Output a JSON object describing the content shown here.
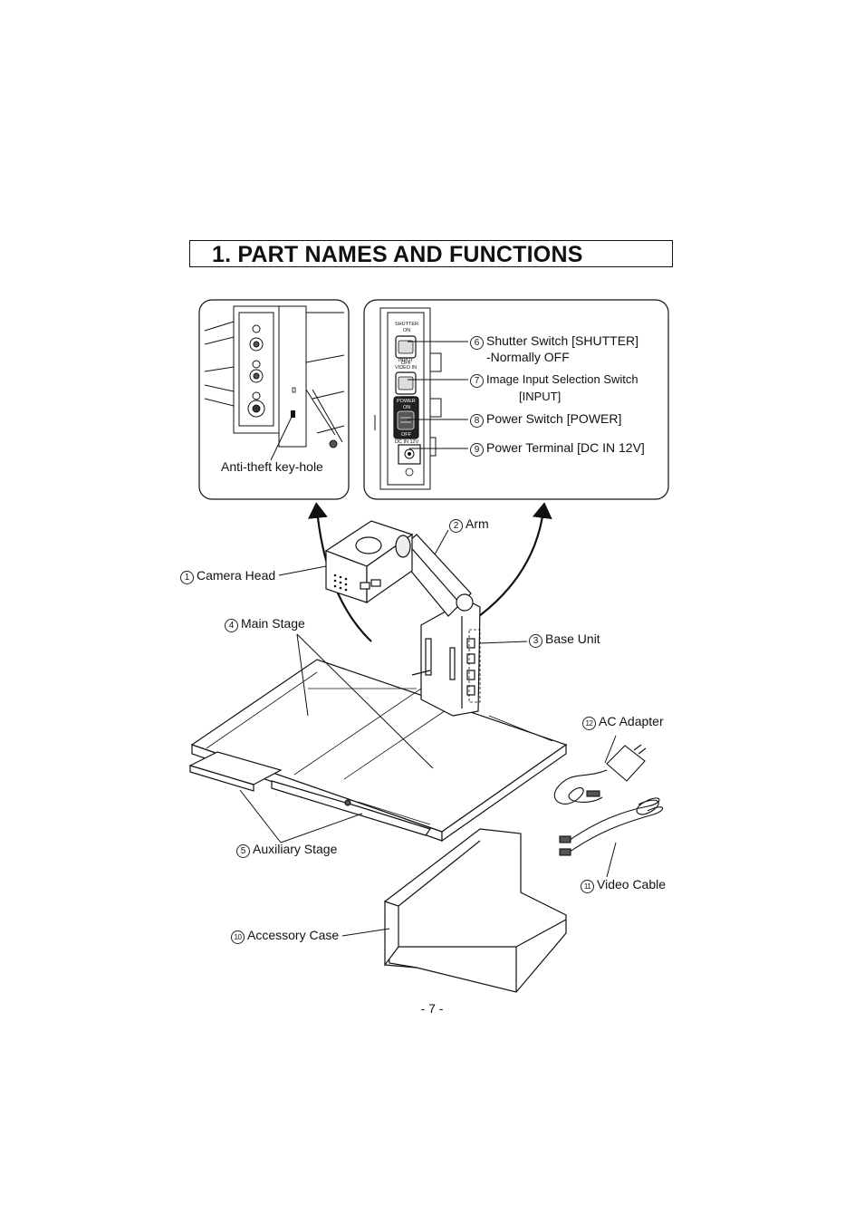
{
  "section": {
    "title": "1. PART NAMES AND FUNCTIONS"
  },
  "inset_left": {
    "keyhole_label": "Anti-theft key-hole"
  },
  "inset_right": {
    "panel_text": {
      "shutter": "SHUTTER",
      "on1": "ON",
      "off1": "OFF",
      "input": "INPUT",
      "video_in": "VIDEO IN",
      "main": "MAIN",
      "power": "POWER",
      "on2": "ON",
      "off2": "OFF",
      "dc_in": "DC IN 12V"
    },
    "callouts": [
      {
        "num": "6",
        "label": "Shutter Switch [SHUTTER]",
        "label2": "-Normally OFF"
      },
      {
        "num": "7",
        "label": "Image Input Selection Switch",
        "label2": "[INPUT]"
      },
      {
        "num": "8",
        "label": "Power Switch [POWER]"
      },
      {
        "num": "9",
        "label": "Power Terminal [DC IN 12V]"
      }
    ]
  },
  "parts": [
    {
      "num": "1",
      "label": "Camera Head"
    },
    {
      "num": "2",
      "label": "Arm"
    },
    {
      "num": "3",
      "label": "Base Unit"
    },
    {
      "num": "4",
      "label": "Main Stage"
    },
    {
      "num": "5",
      "label": "Auxiliary Stage"
    },
    {
      "num": "10",
      "label": "Accessory Case"
    },
    {
      "num": "11",
      "label": "Video Cable"
    },
    {
      "num": "12",
      "label": "AC Adapter"
    }
  ],
  "footer": {
    "page_number": "- 7 -"
  }
}
